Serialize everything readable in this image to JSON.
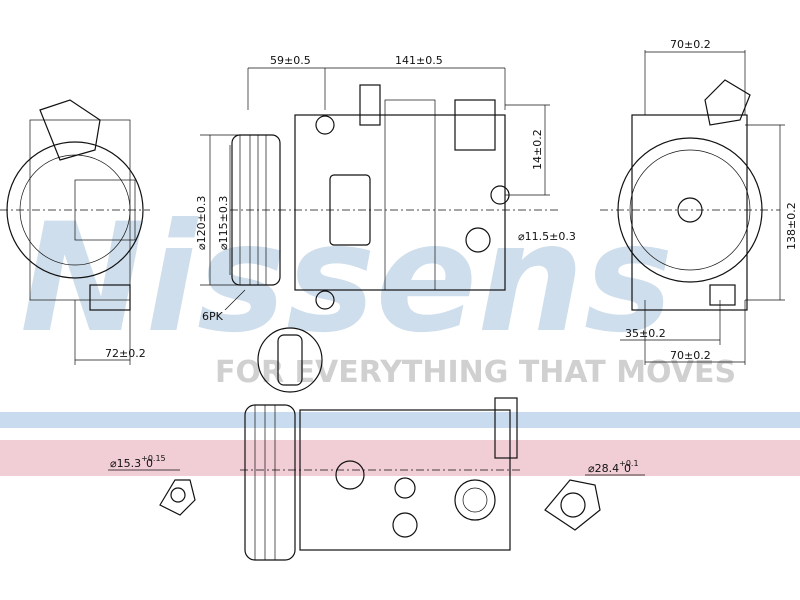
{
  "watermark": {
    "brand": "Nissens",
    "slogan": "FOR EVERYTHING THAT MOVES",
    "band_colors": [
      "#c9dcef",
      "#f1cdd6"
    ]
  },
  "dimensions": {
    "top_left_offset": "59±0.5",
    "body_length": "141±0.5",
    "right_width_top": "70±0.2",
    "port_offset": "14±0.2",
    "pulley_outer": "⌀120±0.3",
    "pulley_inner": "⌀115±0.3",
    "mount_hole": "⌀11.5±0.3",
    "height": "138±0.2",
    "belt_type": "6PK",
    "left_width": "72±0.2",
    "mount_offset": "35±0.2",
    "right_width_bottom": "70±0.2",
    "suction_port": {
      "value": "⌀15.3",
      "tol_upper": "+0.15",
      "tol_lower": "0"
    },
    "discharge_port": {
      "value": "⌀28.4",
      "tol_upper": "+0.1",
      "tol_lower": "0"
    }
  }
}
